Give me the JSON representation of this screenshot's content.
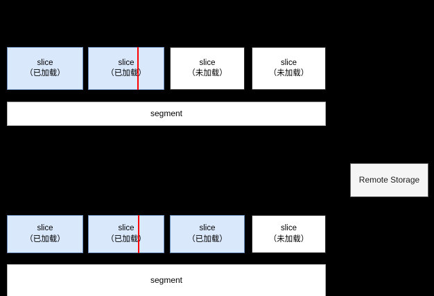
{
  "diagram": {
    "background_color": "#000000",
    "accent_loaded_fill": "#dae8fc",
    "accent_loaded_border": "#6c8ebf",
    "unloaded_fill": "#ffffff",
    "unloaded_border": "#2b2b2b",
    "divider_color": "#ff0000",
    "remote_fill": "#f5f5f5",
    "remote_border": "#666666"
  },
  "labels": {
    "slice": "slice",
    "loaded": "（已加载）",
    "unloaded": "（未加载）",
    "segment": "segment",
    "remote_storage": "Remote Storage"
  },
  "rows": [
    {
      "id": "row-top",
      "slices": [
        {
          "title": "slice",
          "state": "（已加载）",
          "loaded": true,
          "divider": false
        },
        {
          "title": "slice",
          "state": "（已加载）",
          "loaded": true,
          "divider": true
        },
        {
          "title": "slice",
          "state": "（未加载）",
          "loaded": false,
          "divider": false
        },
        {
          "title": "slice",
          "state": "（未加载）",
          "loaded": false,
          "divider": false
        }
      ],
      "segment_label": "segment"
    },
    {
      "id": "row-bottom",
      "slices": [
        {
          "title": "slice",
          "state": "（已加载）",
          "loaded": true,
          "divider": false
        },
        {
          "title": "slice",
          "state": "（已加载）",
          "loaded": true,
          "divider": true
        },
        {
          "title": "slice",
          "state": "（已加载）",
          "loaded": true,
          "divider": false
        },
        {
          "title": "slice",
          "state": "（未加载）",
          "loaded": false,
          "divider": false
        }
      ],
      "segment_label": "segment"
    }
  ],
  "remote": {
    "label": "Remote Storage"
  }
}
